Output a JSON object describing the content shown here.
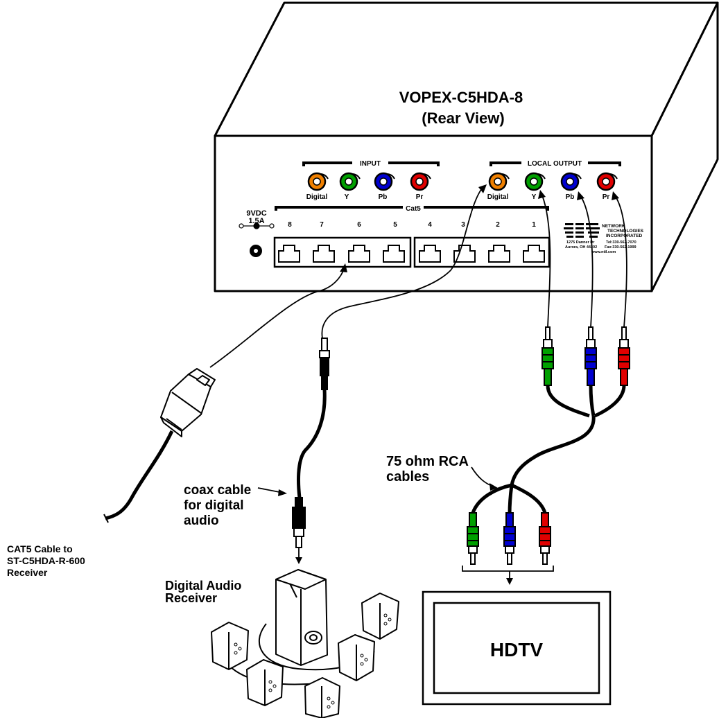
{
  "device": {
    "title": "VOPEX-C5HDA-8",
    "subtitle": "(Rear View)",
    "input_label": "INPUT",
    "local_output_label": "LOCAL OUTPUT",
    "cat5_label": "Cat5",
    "power_line1": "9VDC",
    "power_line2": "1.5A",
    "input_jacks": [
      {
        "label": "Digital",
        "color": "#f08000"
      },
      {
        "label": "Y",
        "color": "#00a000"
      },
      {
        "label": "Pb",
        "color": "#0000d0"
      },
      {
        "label": "Pr",
        "color": "#e00000"
      }
    ],
    "output_jacks": [
      {
        "label": "Digital",
        "color": "#f08000"
      },
      {
        "label": "Y",
        "color": "#00a000"
      },
      {
        "label": "Pb",
        "color": "#0000d0"
      },
      {
        "label": "Pr",
        "color": "#e00000"
      }
    ],
    "ports": [
      "8",
      "7",
      "6",
      "5",
      "4",
      "3",
      "2",
      "1"
    ],
    "company": {
      "name1": "NETWORK",
      "name2": "TECHNOLOGIES",
      "name3": "INCORPORATED",
      "address1": "1275 Danner Dr",
      "address2": "Aurora, OH 44202",
      "tel": "Tel:330-562-7070",
      "fax": "Fax:330-562-1999",
      "web": "www.ntil.com"
    }
  },
  "callouts": {
    "rca_line1": "75 ohm RCA",
    "rca_line2": "cables",
    "coax_line1": "coax cable",
    "coax_line2": "for digital",
    "coax_line3": "audio",
    "cat5_line1": "CAT5 Cable to",
    "cat5_line2": "ST-C5HDA-R-600",
    "cat5_line3": "Receiver",
    "audio_line1": "Digital Audio",
    "audio_line2": "Receiver",
    "hdtv": "HDTV"
  }
}
